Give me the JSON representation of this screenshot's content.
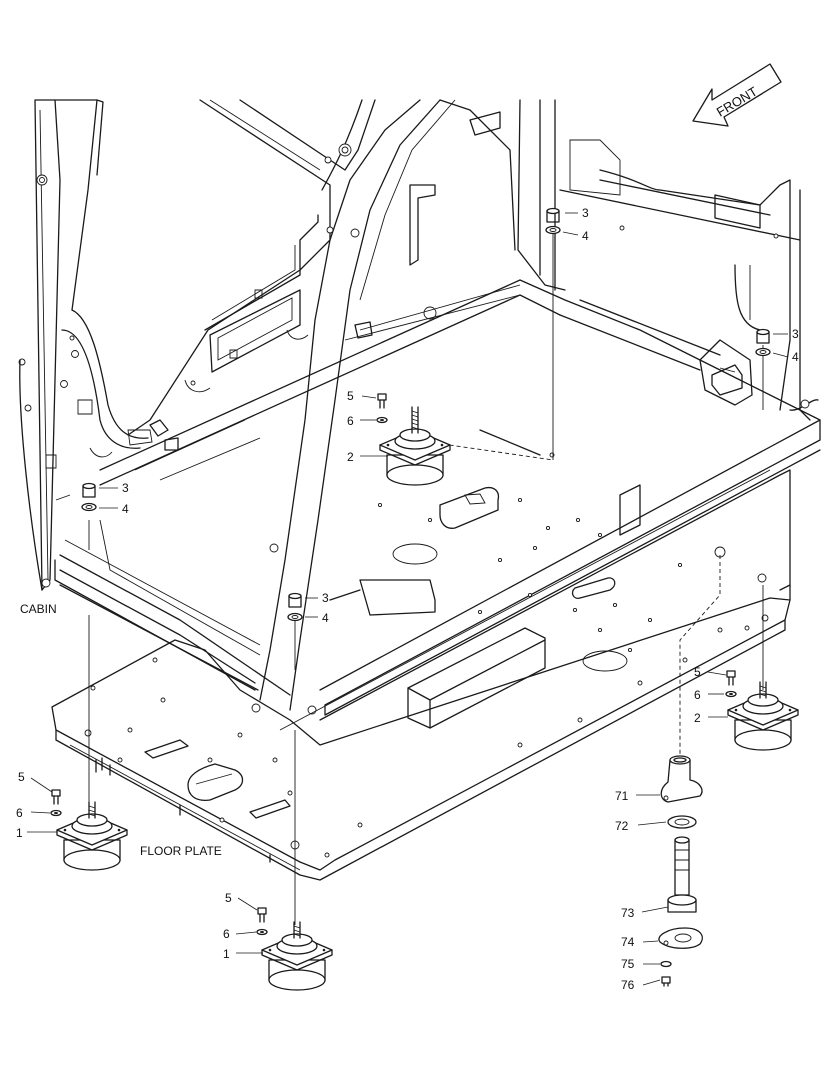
{
  "title_labels": {
    "front": "FRONT",
    "cabin": "CABIN",
    "floor_plate": "FLOOR PLATE"
  },
  "callouts": {
    "nut": "3",
    "washer": "4",
    "bolt": "5",
    "small_washer": "6",
    "mount_rear": "1",
    "mount_front": "2",
    "stopper": "71",
    "stopper_washer": "72",
    "stopper_bolt": "73",
    "lock_plate": "74",
    "lock_washer": "75",
    "lock_bolt": "76"
  }
}
